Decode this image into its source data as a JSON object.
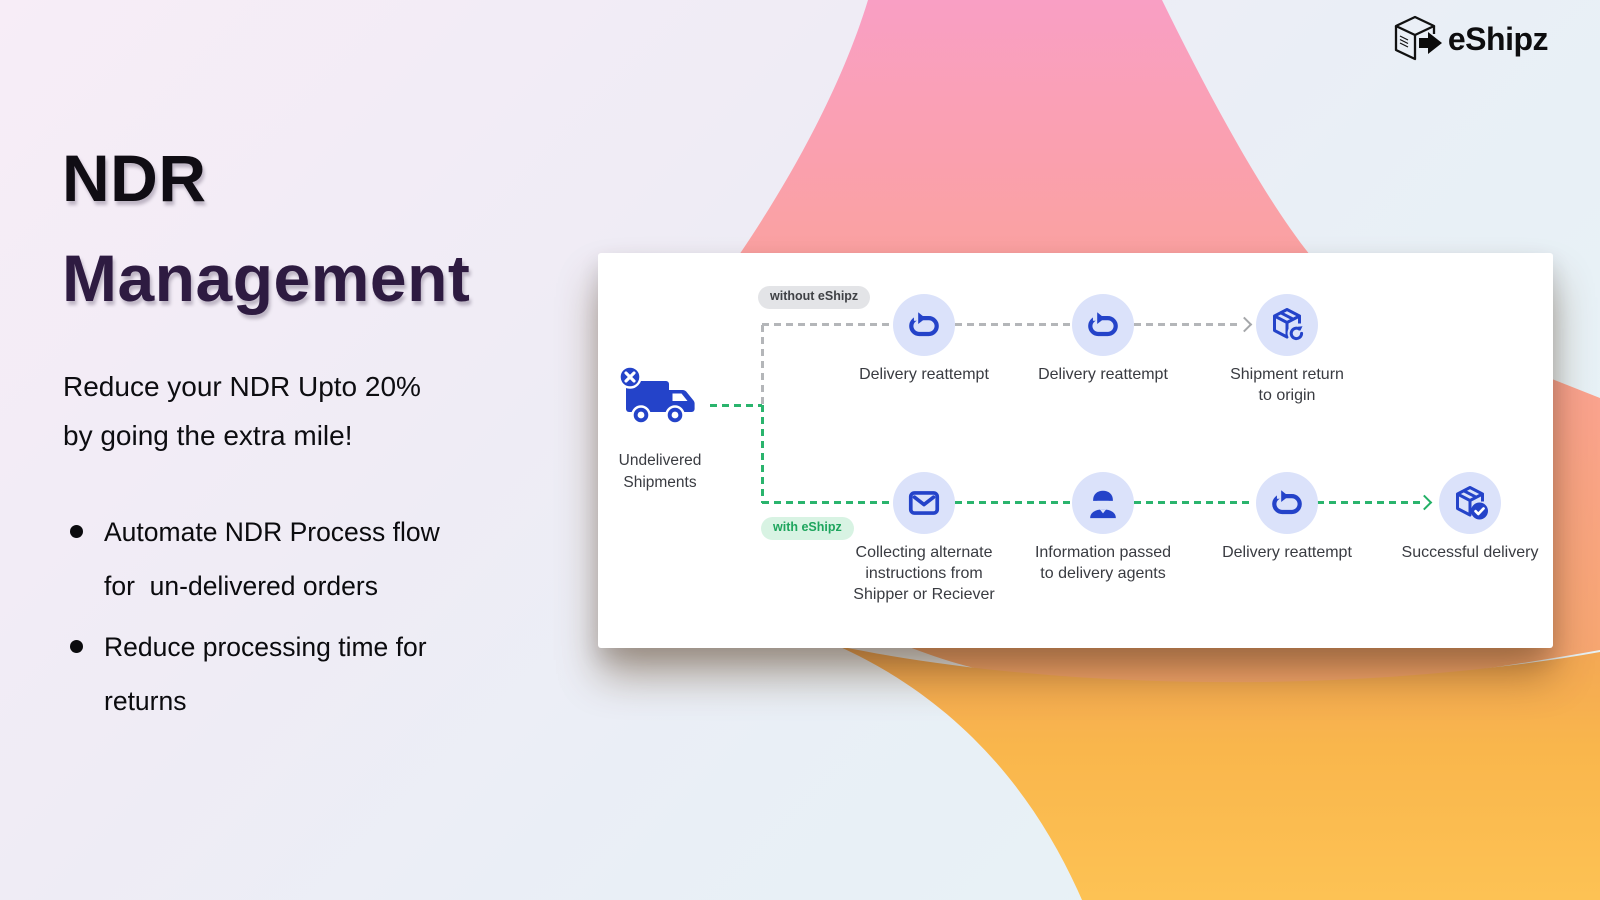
{
  "header": {
    "logo_text": "eShipz"
  },
  "hero": {
    "title_line1": "NDR",
    "title_line2": "Management",
    "subtitle": "Reduce your NDR Upto 20%\nby going the extra mile!",
    "bullets": [
      "Automate NDR Process flow\nfor  un-delivered orders",
      "Reduce processing time for\nreturns"
    ]
  },
  "diagram": {
    "source": {
      "icon": "truck-undelivered-icon",
      "label": "Undelivered\nShipments"
    },
    "branch_without": {
      "badge": "without eShipz",
      "line_color": "#b4b6b9",
      "nodes": [
        {
          "icon": "loop-icon",
          "label": "Delivery reattempt"
        },
        {
          "icon": "loop-icon",
          "label": "Delivery reattempt"
        },
        {
          "icon": "box-return-icon",
          "label": "Shipment return\nto origin"
        }
      ]
    },
    "branch_with": {
      "badge": "with eShipz",
      "line_color": "#2ab46d",
      "nodes": [
        {
          "icon": "envelope-icon",
          "label": "Collecting alternate\ninstructions from\nShipper or Reciever"
        },
        {
          "icon": "delivery-agent-icon",
          "label": "Information passed\nto delivery agents"
        },
        {
          "icon": "loop-icon",
          "label": "Delivery reattempt"
        },
        {
          "icon": "box-check-icon",
          "label": "Successful delivery"
        }
      ]
    }
  },
  "colors": {
    "accent_blue": "#2443c9",
    "node_circle_bg": "#dbe2fa",
    "green": "#2ab46d",
    "pink_blob_top": "#f99fc4",
    "pink_blob_bottom": "#f7a76e",
    "orange_blob": "#f9b64c",
    "badge_gray_bg": "#e3e4e7",
    "badge_green_bg": "#d8f3e3",
    "card_bg": "#ffffff"
  }
}
